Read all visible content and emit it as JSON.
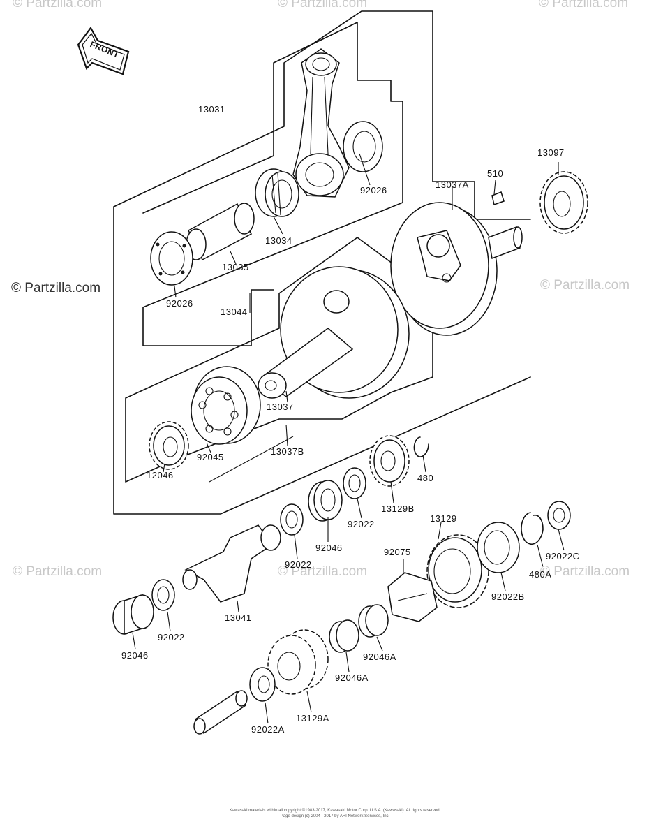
{
  "watermarks": {
    "top_left": "© Partzilla.com",
    "top_center": "© Partzilla.com",
    "top_right": "© Partzilla.com",
    "mid_left": "© Partzilla.com",
    "mid_right": "© Partzilla.com",
    "lower_left": "© Partzilla.com",
    "lower_center": "© Partzilla.com",
    "lower_right": "© Partzilla.com"
  },
  "front_marker": "FRONT",
  "labels": {
    "p13031": "13031",
    "p92026_top": "92026",
    "p13097": "13097",
    "p510": "510",
    "p13037A": "13037A",
    "p13034": "13034",
    "p13035": "13035",
    "p92026_left": "92026",
    "p13044": "13044",
    "p13037": "13037",
    "p13037B": "13037B",
    "p92045": "92045",
    "p12046": "12046",
    "p480": "480",
    "p13129B": "13129B",
    "p92022_a": "92022",
    "p92046_a": "92046",
    "p92022_b": "92022",
    "p13129": "13129",
    "p92075": "92075",
    "p92022C": "92022C",
    "p480A": "480A",
    "p92022B": "92022B",
    "p13041": "13041",
    "p92022_c": "92022",
    "p92046_b": "92046",
    "p92046A_1": "92046A",
    "p92046A_2": "92046A",
    "p13129A": "13129A",
    "p92022A": "92022A"
  },
  "footer": {
    "line1": "Kawasaki materials within all copyright ©1983-2017, Kawasaki Motor Corp. U.S.A. (Kawasaki). All rights reserved.",
    "line2": "Page design (c) 2004 - 2017 by ARI Network Services, Inc."
  }
}
